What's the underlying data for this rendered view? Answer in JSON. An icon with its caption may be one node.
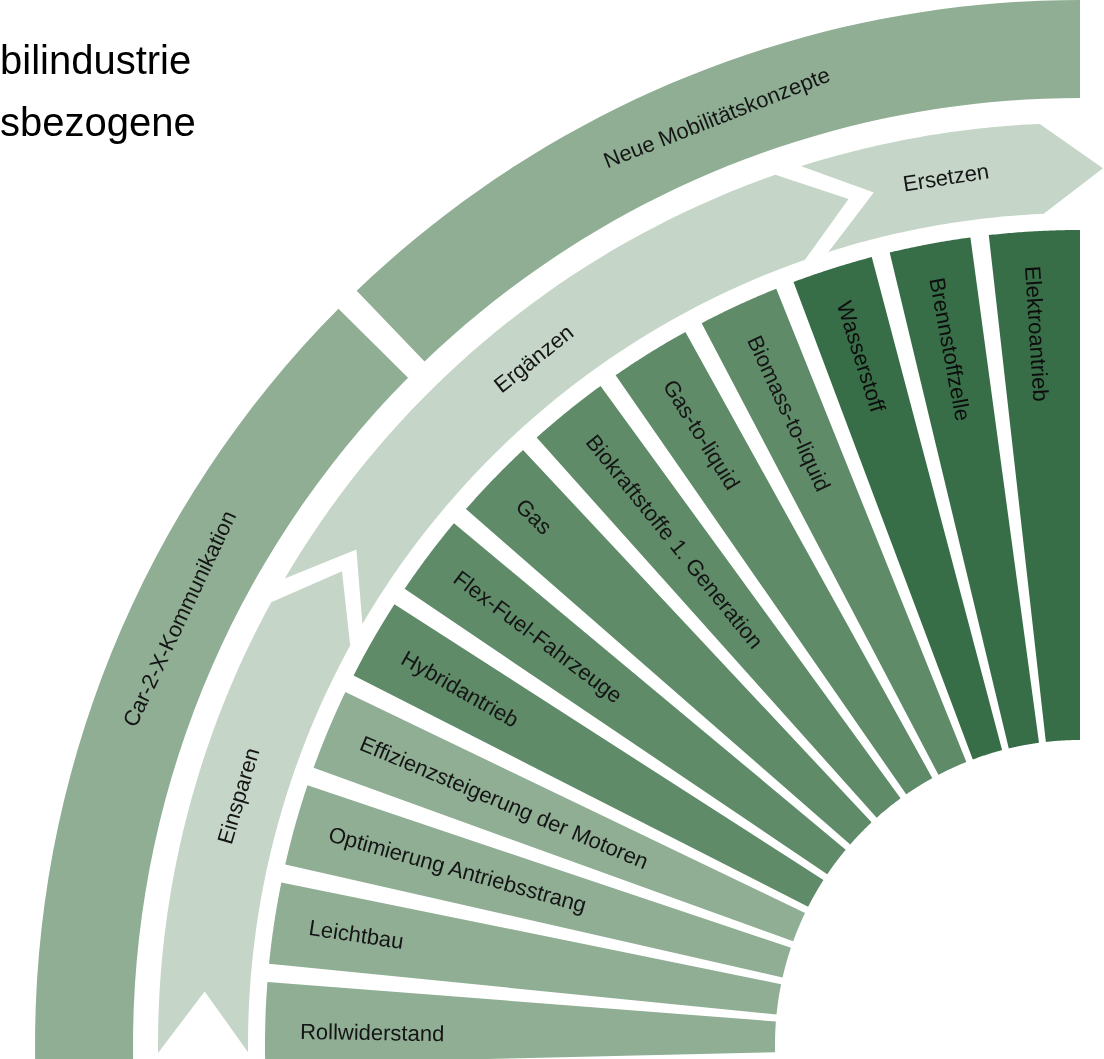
{
  "diagram": {
    "nodes": [
      {
        "text": [
          "Car-2-X-Kommunikation"
        ]
      },
      {
        "text": [
          "Neue Mobilitätskonzepte"
        ]
      },
      {
        "text": [
          "Einsparen"
        ]
      },
      {
        "text": [
          "Ergänzen"
        ]
      },
      {
        "text": [
          "Ersetzen"
        ]
      },
      {
        "text": [
          "Rollwiderstand"
        ]
      },
      {
        "text": [
          "Leichtbau"
        ]
      },
      {
        "text": [
          "Optimierung Antriebsstrang"
        ]
      },
      {
        "text": [
          "Effizienzsteigerung der Motoren"
        ]
      },
      {
        "text": [
          "Hybridantrieb"
        ]
      },
      {
        "text": [
          "Flex-Fuel-Fahrzeuge"
        ]
      },
      {
        "text": [
          "Gas"
        ]
      },
      {
        "text": [
          "Biokraftstoffe 1. Generation"
        ]
      },
      {
        "text": [
          "Gas-to-liquid"
        ]
      },
      {
        "text": [
          "Biomass-to-liquid"
        ]
      },
      {
        "text": [
          "Wasserstoff"
        ]
      },
      {
        "text": [
          "Brennstoffzelle"
        ]
      },
      {
        "text": [
          "Elektroantrieb"
        ]
      }
    ],
    "labels": [
      "bilindustrie",
      "sbezogene"
    ]
  }
}
